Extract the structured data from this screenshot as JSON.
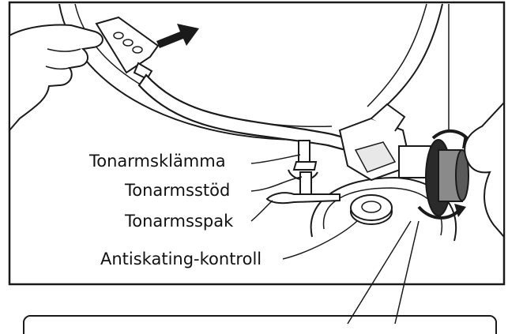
{
  "labels": {
    "clamp": "Tonarmsklämma",
    "rest": "Tonarmsstöd",
    "lever": "Tonarmsspak",
    "antiskating": "Antiskating-kontroll"
  },
  "colors": {
    "stroke": "#1a1a1a",
    "fill": "#ffffff",
    "shade": "#8a8a8a",
    "dark": "#2a2a2a"
  },
  "icons": {
    "arrow": "right-arrow-icon",
    "rotate": "rotate-arrows-icon"
  }
}
